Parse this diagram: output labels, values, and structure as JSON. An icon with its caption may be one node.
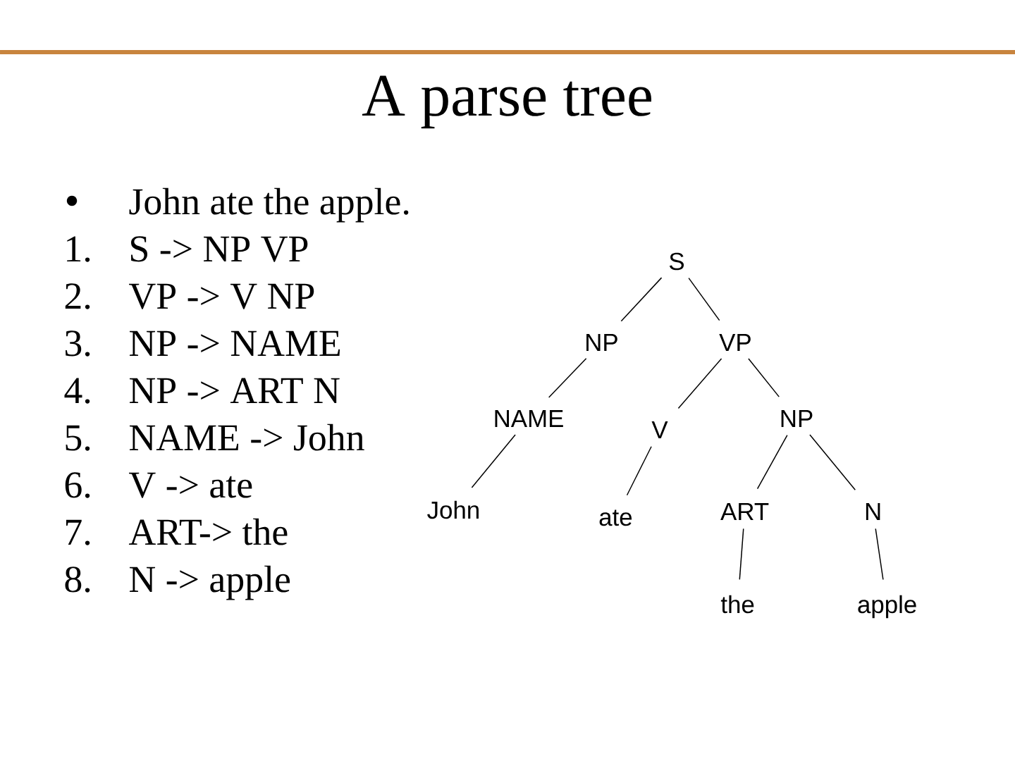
{
  "diagram": {
    "title": "A parse tree",
    "nodes": [
      {
        "text": [
          "S"
        ]
      },
      {
        "text": [
          "NP"
        ]
      },
      {
        "text": [
          "VP"
        ]
      },
      {
        "text": [
          "NAME"
        ]
      },
      {
        "text": [
          "V"
        ]
      },
      {
        "text": [
          "NP"
        ]
      },
      {
        "text": [
          "John"
        ]
      },
      {
        "text": [
          "ate"
        ]
      },
      {
        "text": [
          "ART"
        ]
      },
      {
        "text": [
          "N"
        ]
      },
      {
        "text": [
          "the"
        ]
      },
      {
        "text": [
          "apple"
        ]
      }
    ],
    "edges": [
      {
        "from": 0,
        "to": 1,
        "arrow": "none"
      },
      {
        "from": 0,
        "to": 2,
        "arrow": "none"
      },
      {
        "from": 1,
        "to": 3,
        "arrow": "none"
      },
      {
        "from": 2,
        "to": 4,
        "arrow": "none"
      },
      {
        "from": 2,
        "to": 5,
        "arrow": "none"
      },
      {
        "from": 3,
        "to": 6,
        "arrow": "none"
      },
      {
        "from": 4,
        "to": 7,
        "arrow": "none"
      },
      {
        "from": 5,
        "to": 8,
        "arrow": "none"
      },
      {
        "from": 5,
        "to": 9,
        "arrow": "none"
      },
      {
        "from": 8,
        "to": 10,
        "arrow": "none"
      },
      {
        "from": 9,
        "to": 11,
        "arrow": "none"
      }
    ],
    "labels": [
      "John ate the apple.",
      "1.",
      "S -> NP VP",
      "2.",
      "VP -> V NP",
      "3.",
      "NP -> NAME",
      "4.",
      "NP -> ART N",
      "5.",
      "NAME -> John",
      "6.",
      "V -> ate",
      "7.",
      "ART-> the",
      "8.",
      "N -> apple"
    ]
  }
}
